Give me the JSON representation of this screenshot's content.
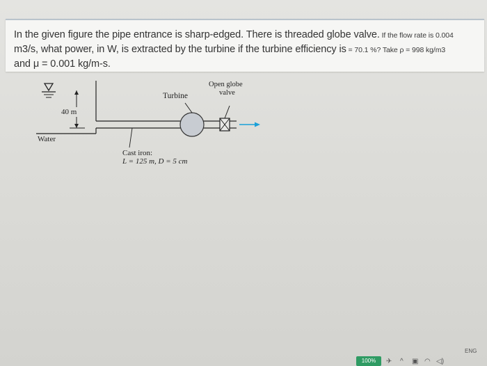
{
  "question": {
    "line1_main": "In the given figure the pipe entrance is sharp-edged. There is threaded globe valve.",
    "line1_small": " If the flow rate is 0.004",
    "line2_main": "m3/s, what power, in W, is extracted by the turbine if the turbine efficiency is",
    "line2_small": " = 70.1 %? Take ρ = 998 kg/m3",
    "line3": "and μ = 0.001 kg/m-s."
  },
  "figure": {
    "height_label": "40 m",
    "water_label": "Water",
    "turbine_label": "Turbine",
    "valve_label_1": "Open globe",
    "valve_label_2": "valve",
    "pipe_label_1": "Cast iron:",
    "pipe_label_2": "L = 125 m, D = 5 cm"
  },
  "taskbar": {
    "battery": "100%",
    "language": "ENG"
  },
  "colors": {
    "flow_arrow": "#1aa0d8",
    "battery": "#2f9b63"
  }
}
